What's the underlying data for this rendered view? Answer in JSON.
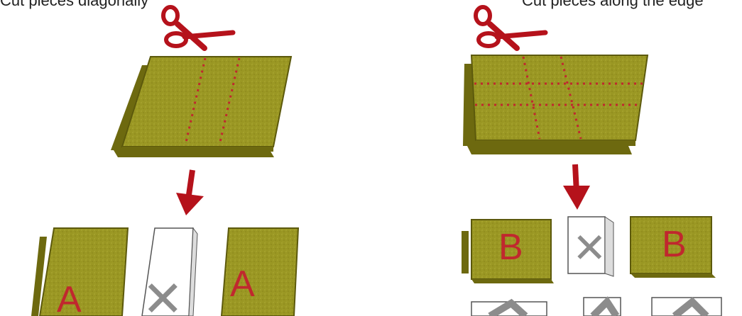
{
  "captions": {
    "left": "Cut pieces diagonally",
    "right": "Cut pieces along the edge"
  },
  "left_panel": {
    "piece_labels": [
      "A",
      "A"
    ],
    "waste_mark": "✕"
  },
  "right_panel": {
    "piece_labels": [
      "B",
      "B"
    ],
    "waste_mark": "✕"
  },
  "colors": {
    "board": "#8a8519",
    "board_top": "#9c9a24",
    "board_edge": "#6d690f",
    "cut_line": "#c0282e",
    "arrow": "#b5121b",
    "scissors": "#b5121b",
    "label": "#c0282e",
    "waste": "#ffffff",
    "waste_mark": "#8c8c8c"
  },
  "icons": [
    "scissors-icon",
    "down-arrow-icon"
  ]
}
